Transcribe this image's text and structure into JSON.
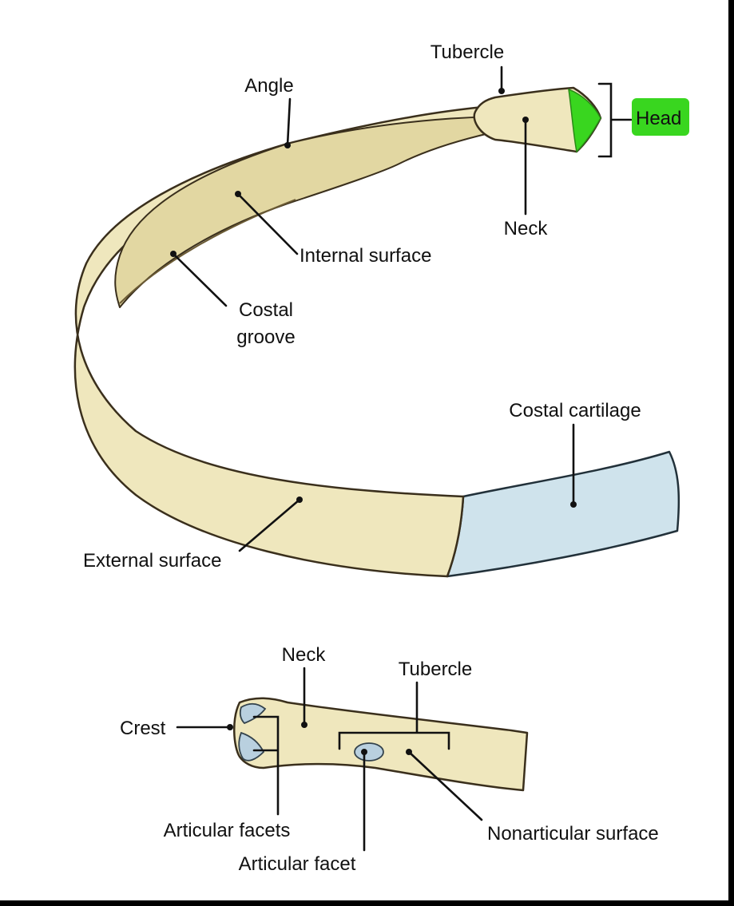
{
  "colors": {
    "bone": "#efe7bd",
    "bone_shadow": "#e2d7a2",
    "cartilage": "#cfe3ec",
    "facet": "#b9d0df",
    "head_highlight": "#39d61f",
    "outline": "#3a2f1c",
    "frame": "#000000"
  },
  "top_figure": {
    "labels": {
      "tubercle": "Tubercle",
      "angle": "Angle",
      "head": "Head",
      "neck": "Neck",
      "internal_surface": "Internal surface",
      "costal_groove_line1": "Costal",
      "costal_groove_line2": "groove",
      "costal_cartilage": "Costal cartilage",
      "external_surface": "External surface"
    }
  },
  "bottom_figure": {
    "labels": {
      "neck": "Neck",
      "tubercle": "Tubercle",
      "crest": "Crest",
      "articular_facets": "Articular facets",
      "articular_facet": "Articular facet",
      "nonarticular_surface": "Nonarticular surface"
    }
  }
}
